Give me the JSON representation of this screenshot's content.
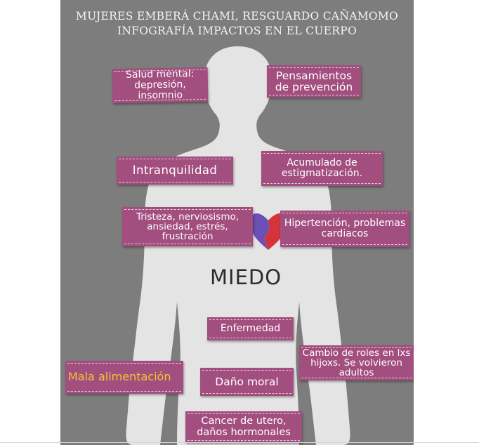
{
  "title": {
    "line1": "MUJERES EMBERÁ CHAMI, RESGUARDO CAÑAMOMO",
    "line2": "INFOGRAFÍA IMPACTOS EN EL CUERPO"
  },
  "center_word": "MIEDO",
  "labels": {
    "salud_mental": "Salud mental: depresión, insomnio",
    "pensamientos": "Pensamientos de prevención",
    "intranquilidad": "Intranquilidad",
    "acumulado": "Acumulado de estigmatización.",
    "tristeza": "Tristeza, nerviosismo, ansiedad, estrés, frustración",
    "hipertencion": "Hipertención, problemas cardiacos",
    "enfermedad": "Enfermedad",
    "cambio_roles": "Cambio de roles en lxs hijoxs. Se volvieron adultos",
    "mala_alimentacion": "Mala alimentación",
    "dano_moral": "Daño moral",
    "cancer": "Cancer de utero, daños hormonales"
  },
  "colors": {
    "background": "#7d7d7d",
    "silhouette": "#e4e4e4",
    "label": "#a24e7f",
    "label_highlight_text": "#f5c431",
    "heart_left": "#6a4fb4",
    "heart_right": "#d5343b"
  },
  "icons": [
    "body-silhouette",
    "heart-icon"
  ]
}
